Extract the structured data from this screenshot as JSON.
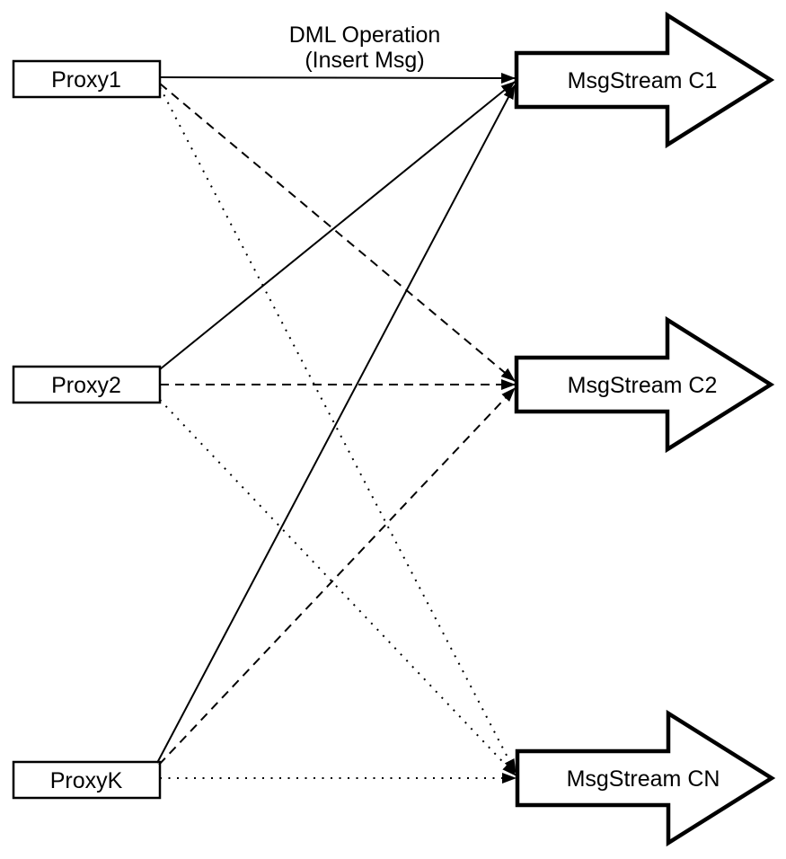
{
  "diagram": {
    "background_color": "#ffffff",
    "stroke_color": "#000000",
    "fill_color": "#ffffff",
    "edge_label": {
      "line1": "DML Operation",
      "line2": "(Insert Msg)"
    },
    "proxies": [
      {
        "id": "proxy1",
        "label": "Proxy1"
      },
      {
        "id": "proxy2",
        "label": "Proxy2"
      },
      {
        "id": "proxyk",
        "label": "ProxyK"
      }
    ],
    "streams": [
      {
        "id": "c1",
        "label": "MsgStream C1",
        "incoming_line_style": "solid"
      },
      {
        "id": "c2",
        "label": "MsgStream C2",
        "incoming_line_style": "dashed"
      },
      {
        "id": "cn",
        "label": "MsgStream CN",
        "incoming_line_style": "dotted"
      }
    ],
    "edges": [
      {
        "from": "Proxy1",
        "to": "MsgStream C1",
        "style": "solid",
        "label": "DML Operation (Insert Msg)"
      },
      {
        "from": "Proxy1",
        "to": "MsgStream C2",
        "style": "dashed",
        "label": ""
      },
      {
        "from": "Proxy1",
        "to": "MsgStream CN",
        "style": "dotted",
        "label": ""
      },
      {
        "from": "Proxy2",
        "to": "MsgStream C1",
        "style": "solid",
        "label": ""
      },
      {
        "from": "Proxy2",
        "to": "MsgStream C2",
        "style": "dashed",
        "label": ""
      },
      {
        "from": "Proxy2",
        "to": "MsgStream CN",
        "style": "dotted",
        "label": ""
      },
      {
        "from": "ProxyK",
        "to": "MsgStream C1",
        "style": "solid",
        "label": ""
      },
      {
        "from": "ProxyK",
        "to": "MsgStream C2",
        "style": "dashed",
        "label": ""
      },
      {
        "from": "ProxyK",
        "to": "MsgStream CN",
        "style": "dotted",
        "label": ""
      }
    ]
  }
}
